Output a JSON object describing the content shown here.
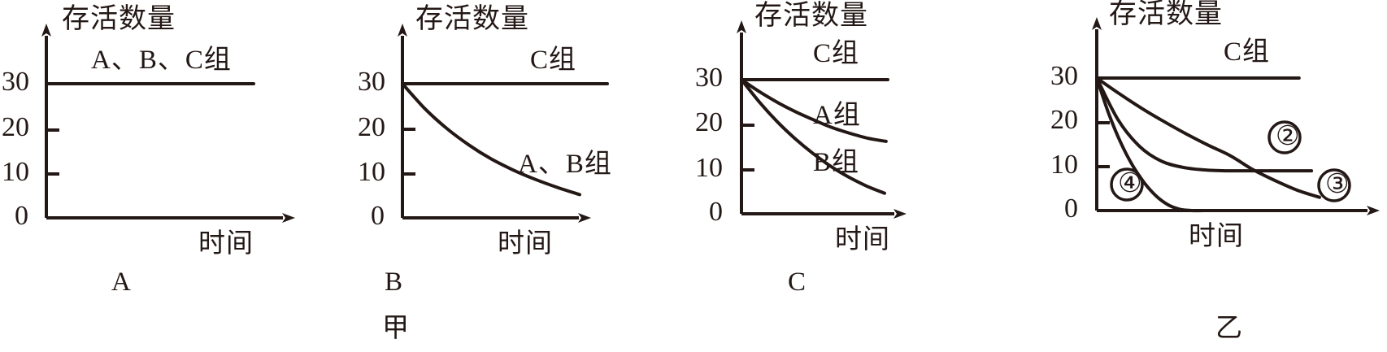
{
  "figure": {
    "y_axis_title": "存活数量",
    "x_axis_title": "时间",
    "tick_30": "30",
    "tick_20": "20",
    "tick_10": "10",
    "tick_0": "0",
    "ink_color": "#231815",
    "background": "#ffffff",
    "group_captions": [
      {
        "id": "jia",
        "label": "甲"
      },
      {
        "id": "yi",
        "label": "乙"
      }
    ]
  },
  "panels": [
    {
      "id": "panel-a",
      "caption": "A",
      "group": "甲",
      "series_labels": [
        "A、B、C组"
      ],
      "x_title": "时间",
      "y_title": "存活数量"
    },
    {
      "id": "panel-b",
      "caption": "B",
      "group": "甲",
      "series_labels": [
        "C组",
        "A、B组"
      ],
      "x_title": "时间",
      "y_title": "存活数量"
    },
    {
      "id": "panel-c",
      "caption": "C",
      "group": "甲",
      "series_labels": [
        "C组",
        "A组",
        "B组"
      ],
      "x_title": "时间",
      "y_title": "存活数量"
    },
    {
      "id": "panel-d",
      "caption": "",
      "group": "乙",
      "series_labels": [
        "C组",
        "②",
        "③",
        "④"
      ],
      "x_title": "时间",
      "y_title": "存活数量"
    }
  ],
  "chart_data": [
    {
      "type": "line",
      "title": "A",
      "group": "甲",
      "xlabel": "时间",
      "ylabel": "存活数量",
      "ylim": [
        0,
        33
      ],
      "yticks": [
        0,
        10,
        20,
        30
      ],
      "grid": false,
      "legend": "inline-at-curve",
      "series": [
        {
          "name": "A、B、C组",
          "label_position": "above-line",
          "x": [
            0,
            0.25,
            0.5,
            0.75,
            1.0
          ],
          "values": [
            30,
            30,
            30,
            30,
            30
          ]
        }
      ]
    },
    {
      "type": "line",
      "title": "B",
      "group": "甲",
      "xlabel": "时间",
      "ylabel": "存活数量",
      "ylim": [
        0,
        33
      ],
      "yticks": [
        0,
        10,
        20,
        30
      ],
      "grid": false,
      "legend": "inline-at-curve",
      "series": [
        {
          "name": "C组",
          "label_position": "above-line",
          "x": [
            0,
            0.25,
            0.5,
            0.75,
            1.0
          ],
          "values": [
            30,
            30,
            30,
            30,
            30
          ]
        },
        {
          "name": "A、B组",
          "label_position": "above-curve-end",
          "x": [
            0,
            0.125,
            0.25,
            0.375,
            0.5,
            0.625,
            0.75,
            0.875,
            1.0
          ],
          "values": [
            30,
            24.5,
            20,
            16.3,
            13.2,
            10.7,
            8.6,
            6.8,
            5.2
          ]
        }
      ]
    },
    {
      "type": "line",
      "title": "C",
      "group": "甲",
      "xlabel": "时间",
      "ylabel": "存活数量",
      "ylim": [
        0,
        33
      ],
      "yticks": [
        0,
        10,
        20,
        30
      ],
      "grid": false,
      "legend": "inline-at-curve",
      "series": [
        {
          "name": "C组",
          "label_position": "above-line",
          "x": [
            0,
            0.25,
            0.5,
            0.75,
            1.0
          ],
          "values": [
            30,
            30,
            30,
            30,
            30
          ]
        },
        {
          "name": "A组",
          "label_position": "above-curve-end",
          "x": [
            0,
            0.125,
            0.25,
            0.375,
            0.5,
            0.625,
            0.75,
            0.875,
            1.0
          ],
          "values": [
            30,
            27.3,
            24.9,
            22.8,
            21.0,
            19.3,
            18.0,
            16.9,
            16.2
          ]
        },
        {
          "name": "B组",
          "label_position": "above-curve-end",
          "x": [
            0,
            0.125,
            0.25,
            0.375,
            0.5,
            0.625,
            0.75,
            0.875,
            1.0
          ],
          "values": [
            30,
            25.0,
            20.6,
            16.8,
            13.5,
            10.6,
            8.2,
            6.2,
            4.6
          ]
        }
      ]
    },
    {
      "type": "line",
      "title": "乙",
      "group": "乙",
      "xlabel": "时间",
      "ylabel": "存活数量",
      "ylim": [
        0,
        33
      ],
      "yticks": [
        0,
        10,
        20,
        30
      ],
      "grid": false,
      "legend": "inline-at-curve",
      "series": [
        {
          "name": "C组",
          "label_position": "above-line",
          "x": [
            0,
            0.25,
            0.5,
            0.75,
            1.0
          ],
          "values": [
            30,
            30,
            30,
            30,
            30
          ]
        },
        {
          "name": "②",
          "label_position": "above-curve-plateau",
          "x": [
            0,
            0.1,
            0.2,
            0.3,
            0.4,
            0.5,
            0.6,
            0.7,
            0.8,
            0.9,
            1.0
          ],
          "values": [
            30,
            20.5,
            14.5,
            11.2,
            9.8,
            9.2,
            9.0,
            9.0,
            9.0,
            9.0,
            9.0
          ]
        },
        {
          "name": "③",
          "label_position": "right-of-curve-end",
          "x": [
            0,
            0.1,
            0.2,
            0.3,
            0.4,
            0.5,
            0.6,
            0.7,
            0.8,
            0.9,
            1.0
          ],
          "values": [
            30,
            26.5,
            23.2,
            20.2,
            17.4,
            14.8,
            12.4,
            9.3,
            6.8,
            4.6,
            3.0
          ]
        },
        {
          "name": "④",
          "label_position": "left-lower-area",
          "x": [
            0,
            0.1,
            0.2,
            0.3,
            0.4,
            0.5,
            0.6,
            0.7,
            0.8,
            0.9,
            1.0
          ],
          "values": [
            30,
            22.0,
            15.5,
            10.3,
            6.3,
            3.3,
            1.3,
            0.3,
            0,
            0,
            0
          ]
        }
      ]
    }
  ]
}
